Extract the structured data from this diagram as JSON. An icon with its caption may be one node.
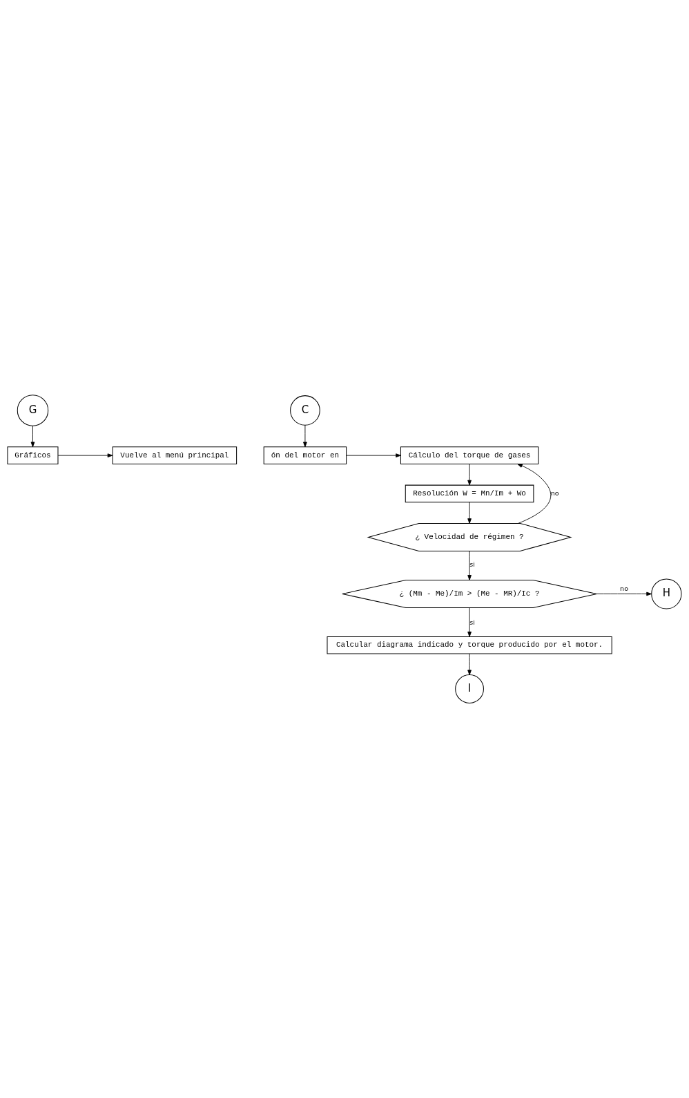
{
  "diagram": {
    "nodes": [
      {
        "text": [
          "G"
        ]
      },
      {
        "text": [
          "Gráficos"
        ]
      },
      {
        "text": [
          "Vuelve al menú principal"
        ]
      },
      {
        "text": [
          "C"
        ]
      },
      {
        "text": [
          "ón del motor en"
        ]
      },
      {
        "text": [
          "Cálculo del torque de gases"
        ]
      },
      {
        "text": [
          "Resolución W = Mn/Im + Wo"
        ]
      },
      {
        "text": [
          "¿ Velocidad de régimen ?"
        ]
      },
      {
        "text": [
          "¿ (Mm - Me)/Im > (Me - MR)/Ic ?"
        ]
      },
      {
        "text": [
          "H"
        ]
      },
      {
        "text": [
          "Calcular diagrama indicado y torque producido por el motor."
        ]
      },
      {
        "text": [
          "I"
        ]
      }
    ],
    "edges": [
      {
        "from": 0,
        "to": 1,
        "arrow": "to"
      },
      {
        "from": 1,
        "to": 2,
        "arrow": "to"
      },
      {
        "from": 3,
        "to": 4,
        "arrow": "to"
      },
      {
        "from": 4,
        "to": 5,
        "arrow": "to"
      },
      {
        "from": 5,
        "to": 6,
        "arrow": "to"
      },
      {
        "from": 6,
        "to": 7,
        "arrow": "to"
      },
      {
        "from": 7,
        "to": 5,
        "arrow": "to",
        "label": "no"
      },
      {
        "from": 7,
        "to": 8,
        "arrow": "to",
        "label": "si"
      },
      {
        "from": 8,
        "to": 9,
        "arrow": "to",
        "label": "no"
      },
      {
        "from": 8,
        "to": 10,
        "arrow": "to",
        "label": "si"
      },
      {
        "from": 10,
        "to": 11,
        "arrow": "to"
      }
    ]
  }
}
